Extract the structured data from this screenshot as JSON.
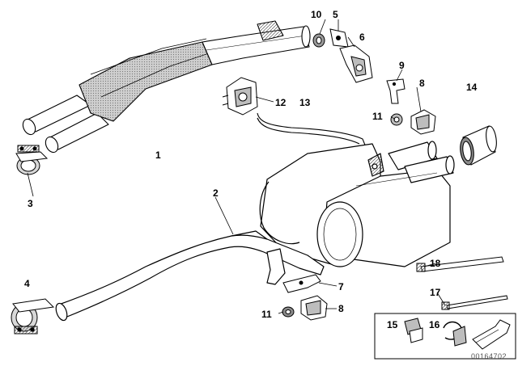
{
  "diagram": {
    "callouts": {
      "c1": "1",
      "c2": "2",
      "c3": "3",
      "c4": "4",
      "c5": "5",
      "c6": "6",
      "c7": "7",
      "c8a": "8",
      "c8b": "8",
      "c9": "9",
      "c10": "10",
      "c11a": "11",
      "c11b": "11",
      "c12": "12",
      "c13": "13",
      "c14": "14",
      "c15": "15",
      "c16": "16",
      "c17": "17",
      "c18": "18"
    },
    "doc_id": "00164702",
    "colors": {
      "line": "#000000",
      "fill": "#ffffff",
      "shade": "#bdbdbd",
      "dark": "#6e6e6e"
    }
  }
}
